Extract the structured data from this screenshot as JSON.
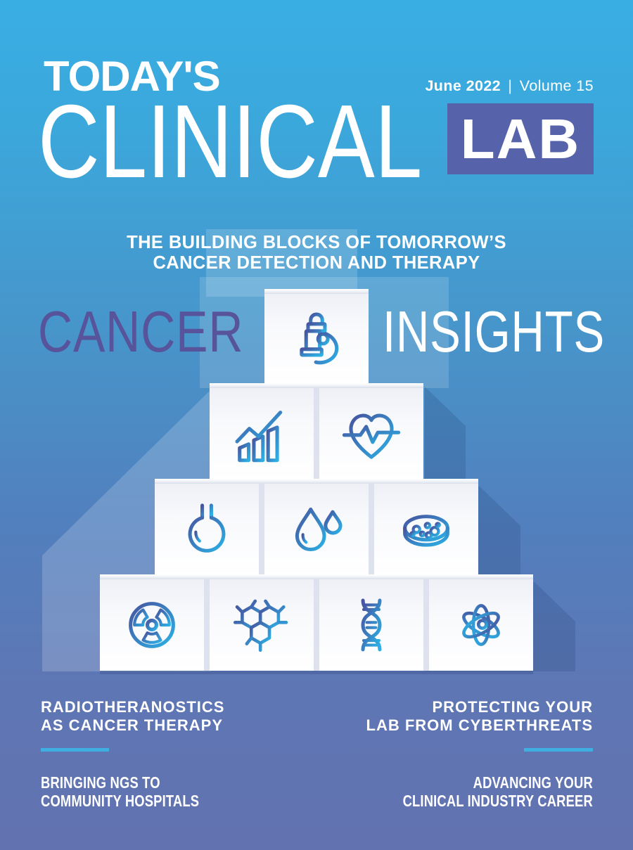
{
  "masthead": {
    "brand_top": "TODAY'S",
    "brand_main": "CLINICAL",
    "brand_box": "LAB",
    "issue_date": "June 2022",
    "separator": "|",
    "volume": "Volume 15"
  },
  "headline": {
    "line1": "THE BUILDING BLOCKS OF TOMORROW’S",
    "line2": "CANCER DETECTION AND THERAPY"
  },
  "cover_title": {
    "left": "CANCER",
    "right": "INSIGHTS"
  },
  "pyramid": {
    "rows": [
      [
        "microscope"
      ],
      [
        "bar-chart",
        "heart-pulse"
      ],
      [
        "flask",
        "droplets",
        "petri-dish"
      ],
      [
        "radiation",
        "molecule",
        "dna",
        "atom"
      ]
    ]
  },
  "teasers": [
    {
      "align": "left",
      "condensed": false,
      "lines": [
        "RADIOTHERANOSTICS",
        "AS CANCER THERAPY"
      ]
    },
    {
      "align": "right",
      "condensed": false,
      "lines": [
        "PROTECTING YOUR",
        "LAB FROM CYBERTHREATS"
      ]
    },
    {
      "align": "left",
      "condensed": true,
      "lines": [
        "BRINGING NGS TO",
        "COMMUNITY HOSPITALS"
      ]
    },
    {
      "align": "right",
      "condensed": true,
      "lines": [
        "ADVANCING YOUR",
        "CLINICAL INDUSTRY CAREER"
      ]
    }
  ],
  "colors": {
    "bg_top": "#39AEE3",
    "bg_bottom": "#6272B0",
    "lab_box": "#5663AA",
    "cancer_text": "#57549B",
    "divider": "#3FAEE0",
    "icon_gradient_start": "#47549F",
    "icon_gradient_end": "#2BB1E6"
  }
}
